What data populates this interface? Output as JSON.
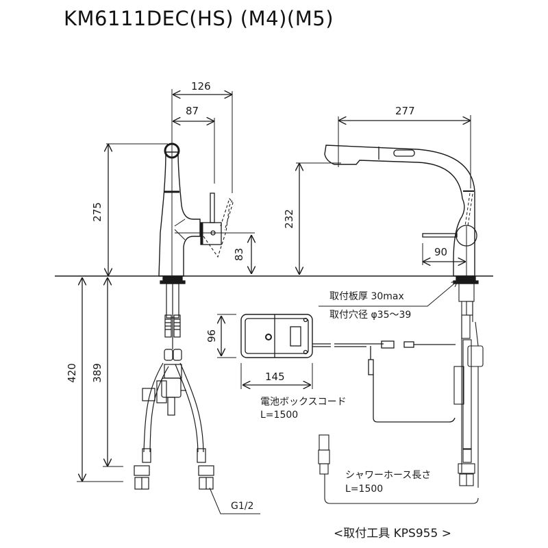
{
  "title": "KM6111DEC(HS) (M4)(M5)",
  "side_view": {
    "dims": {
      "width_total": "126",
      "width_lever": "87",
      "height_total": "275",
      "lever_height": "83"
    }
  },
  "front_view": {
    "dims": {
      "spout_reach": "277",
      "spout_height": "232",
      "lever_offset": "90"
    }
  },
  "under_counter": {
    "dims": {
      "total_depth": "420",
      "to_connection": "389"
    },
    "connection_label": "G1/2"
  },
  "mounting_notes": {
    "plate_thickness": "取付板厚 30max",
    "hole_diameter": "取付穴径 φ35～39"
  },
  "battery_box": {
    "dims": {
      "height": "96",
      "width": "145"
    },
    "cord_label": "電池ボックスコード",
    "cord_length": "L=1500"
  },
  "shower_hose": {
    "label": "シャワーホース長さ",
    "length": "L=1500"
  },
  "footer": "<取付工具 KPS955 >",
  "colors": {
    "line": "#1a1a1a",
    "background": "#ffffff"
  }
}
